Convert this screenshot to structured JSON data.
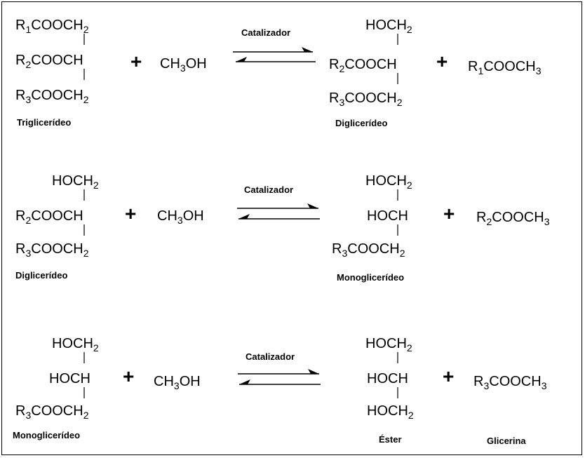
{
  "catalyst_label": "Catalizador",
  "plus_sign": "+",
  "reactions": [
    {
      "reactant": {
        "lines": [
          {
            "pre": "R",
            "sub1": "1",
            "mid": "COOCH",
            "sub2": "2"
          },
          {
            "pre": "R",
            "sub1": "2",
            "mid": "COOCH",
            "sub2": ""
          },
          {
            "pre": "R",
            "sub1": "3",
            "mid": "COOCH",
            "sub2": "2"
          }
        ],
        "name": "Triglicerídeo"
      },
      "reagent": {
        "pre": "CH",
        "sub": "3",
        "post": "OH"
      },
      "product": {
        "lines": [
          {
            "pre": "HOCH",
            "sub1": "2",
            "mid": "",
            "sub2": ""
          },
          {
            "pre": "R",
            "sub1": "2",
            "mid": "COOCH",
            "sub2": ""
          },
          {
            "pre": "R",
            "sub1": "3",
            "mid": "COOCH",
            "sub2": "2"
          }
        ],
        "name": "Diglicerídeo"
      },
      "coproduct": {
        "pre": "R",
        "sub1": "1",
        "post": "COOCH",
        "sub2": "3",
        "name": ""
      }
    },
    {
      "reactant": {
        "lines": [
          {
            "pre": "HOCH",
            "sub1": "2",
            "mid": "",
            "sub2": ""
          },
          {
            "pre": "R",
            "sub1": "2",
            "mid": "COOCH",
            "sub2": ""
          },
          {
            "pre": "R",
            "sub1": "3",
            "mid": "COOCH",
            "sub2": "2"
          }
        ],
        "name": "Diglicerídeo"
      },
      "reagent": {
        "pre": "CH",
        "sub": "3",
        "post": "OH"
      },
      "product": {
        "lines": [
          {
            "pre": "HOCH",
            "sub1": "2",
            "mid": "",
            "sub2": ""
          },
          {
            "pre": "HOCH",
            "sub1": "",
            "mid": "",
            "sub2": ""
          },
          {
            "pre": "R",
            "sub1": "3",
            "mid": "COOCH",
            "sub2": "2"
          }
        ],
        "name": "Monoglicerídeo"
      },
      "coproduct": {
        "pre": "R",
        "sub1": "2",
        "post": "COOCH",
        "sub2": "3",
        "name": ""
      }
    },
    {
      "reactant": {
        "lines": [
          {
            "pre": "HOCH",
            "sub1": "2",
            "mid": "",
            "sub2": ""
          },
          {
            "pre": "HOCH",
            "sub1": "",
            "mid": "",
            "sub2": ""
          },
          {
            "pre": "R",
            "sub1": "3",
            "mid": "COOCH",
            "sub2": "2"
          }
        ],
        "name": "Monoglicerídeo"
      },
      "reagent": {
        "pre": "CH",
        "sub": "3",
        "post": "OH"
      },
      "product": {
        "lines": [
          {
            "pre": "HOCH",
            "sub1": "2",
            "mid": "",
            "sub2": ""
          },
          {
            "pre": "HOCH",
            "sub1": "",
            "mid": "",
            "sub2": ""
          },
          {
            "pre": "HOCH",
            "sub1": "2",
            "mid": "",
            "sub2": ""
          }
        ],
        "name": "Éster"
      },
      "coproduct": {
        "pre": "R",
        "sub1": "3",
        "post": "COOCH",
        "sub2": "3",
        "name": "Glicerina"
      }
    }
  ]
}
